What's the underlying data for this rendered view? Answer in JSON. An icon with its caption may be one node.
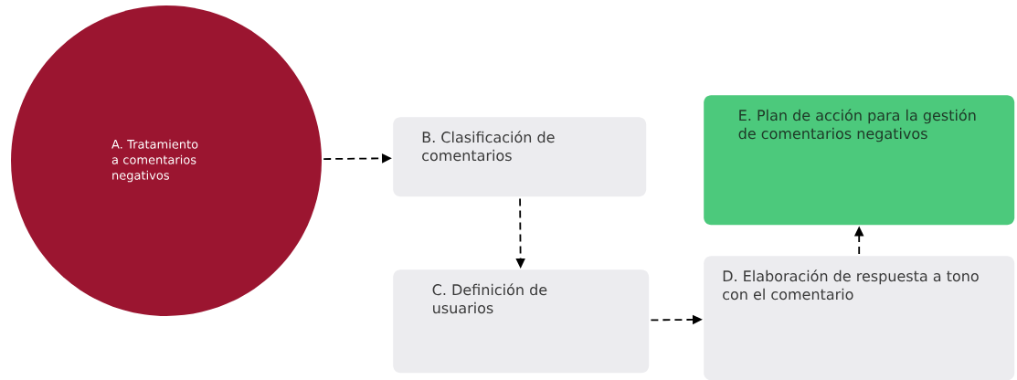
{
  "diagram": {
    "nodes": [
      {
        "text": [
          "A. Tratamiento a comentarios negativos"
        ]
      },
      {
        "text": [
          "B. Clasificación de comentarios"
        ]
      },
      {
        "text": [
          "C.  Definición de usuarios"
        ]
      },
      {
        "text": [
          "D. Elaboración de respuesta a tono con el comentario"
        ]
      },
      {
        "text": [
          "E. Plan de acción para la gestión de comentarios negativos"
        ]
      }
    ],
    "edges": [
      {
        "from": 0,
        "to": 1,
        "arrow": "to",
        "style": "dashed"
      },
      {
        "from": 1,
        "to": 2,
        "arrow": "to",
        "style": "dashed"
      },
      {
        "from": 2,
        "to": 3,
        "arrow": "to",
        "style": "dashed"
      },
      {
        "from": 3,
        "to": 4,
        "arrow": "to",
        "style": "dashed"
      }
    ]
  }
}
